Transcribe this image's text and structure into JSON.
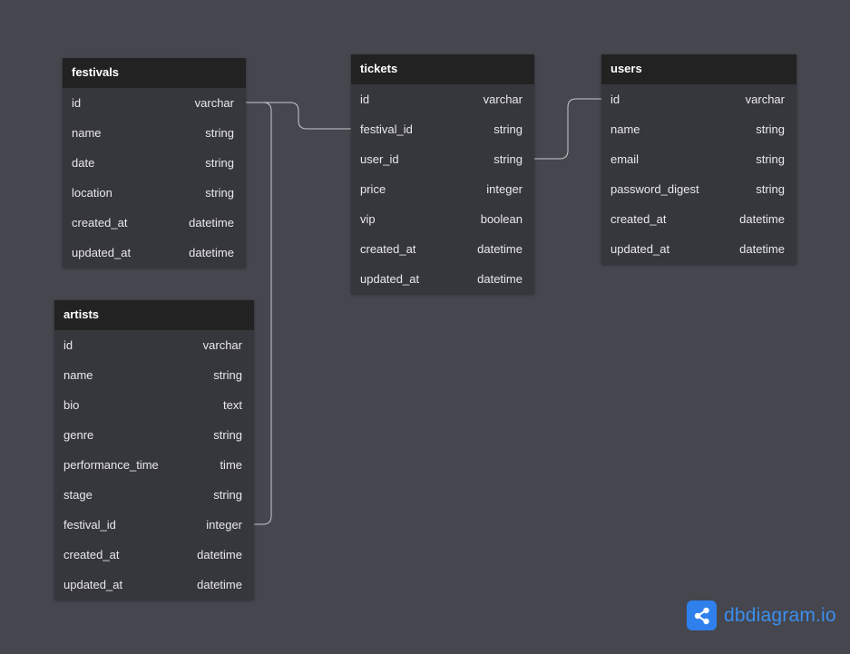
{
  "tables": {
    "festivals": {
      "name": "festivals",
      "fields": [
        {
          "name": "id",
          "type": "varchar"
        },
        {
          "name": "name",
          "type": "string"
        },
        {
          "name": "date",
          "type": "string"
        },
        {
          "name": "location",
          "type": "string"
        },
        {
          "name": "created_at",
          "type": "datetime"
        },
        {
          "name": "updated_at",
          "type": "datetime"
        }
      ]
    },
    "tickets": {
      "name": "tickets",
      "fields": [
        {
          "name": "id",
          "type": "varchar"
        },
        {
          "name": "festival_id",
          "type": "string"
        },
        {
          "name": "user_id",
          "type": "string"
        },
        {
          "name": "price",
          "type": "integer"
        },
        {
          "name": "vip",
          "type": "boolean"
        },
        {
          "name": "created_at",
          "type": "datetime"
        },
        {
          "name": "updated_at",
          "type": "datetime"
        }
      ]
    },
    "users": {
      "name": "users",
      "fields": [
        {
          "name": "id",
          "type": "varchar"
        },
        {
          "name": "name",
          "type": "string"
        },
        {
          "name": "email",
          "type": "string"
        },
        {
          "name": "password_digest",
          "type": "string"
        },
        {
          "name": "created_at",
          "type": "datetime"
        },
        {
          "name": "updated_at",
          "type": "datetime"
        }
      ]
    },
    "artists": {
      "name": "artists",
      "fields": [
        {
          "name": "id",
          "type": "varchar"
        },
        {
          "name": "name",
          "type": "string"
        },
        {
          "name": "bio",
          "type": "text"
        },
        {
          "name": "genre",
          "type": "string"
        },
        {
          "name": "performance_time",
          "type": "time"
        },
        {
          "name": "stage",
          "type": "string"
        },
        {
          "name": "festival_id",
          "type": "integer"
        },
        {
          "name": "created_at",
          "type": "datetime"
        },
        {
          "name": "updated_at",
          "type": "datetime"
        }
      ]
    }
  },
  "relationships": [
    {
      "from": "tickets.festival_id",
      "to": "festivals.id"
    },
    {
      "from": "artists.festival_id",
      "to": "festivals.id"
    },
    {
      "from": "tickets.user_id",
      "to": "users.id"
    }
  ],
  "brand": {
    "text": "dbdiagram.io",
    "icon": "share-nodes-icon"
  },
  "colors": {
    "background": "#45464e",
    "table_header": "#222222",
    "table_body": "#36373d",
    "connector": "#c9cace",
    "brand": "#2f80ed"
  }
}
